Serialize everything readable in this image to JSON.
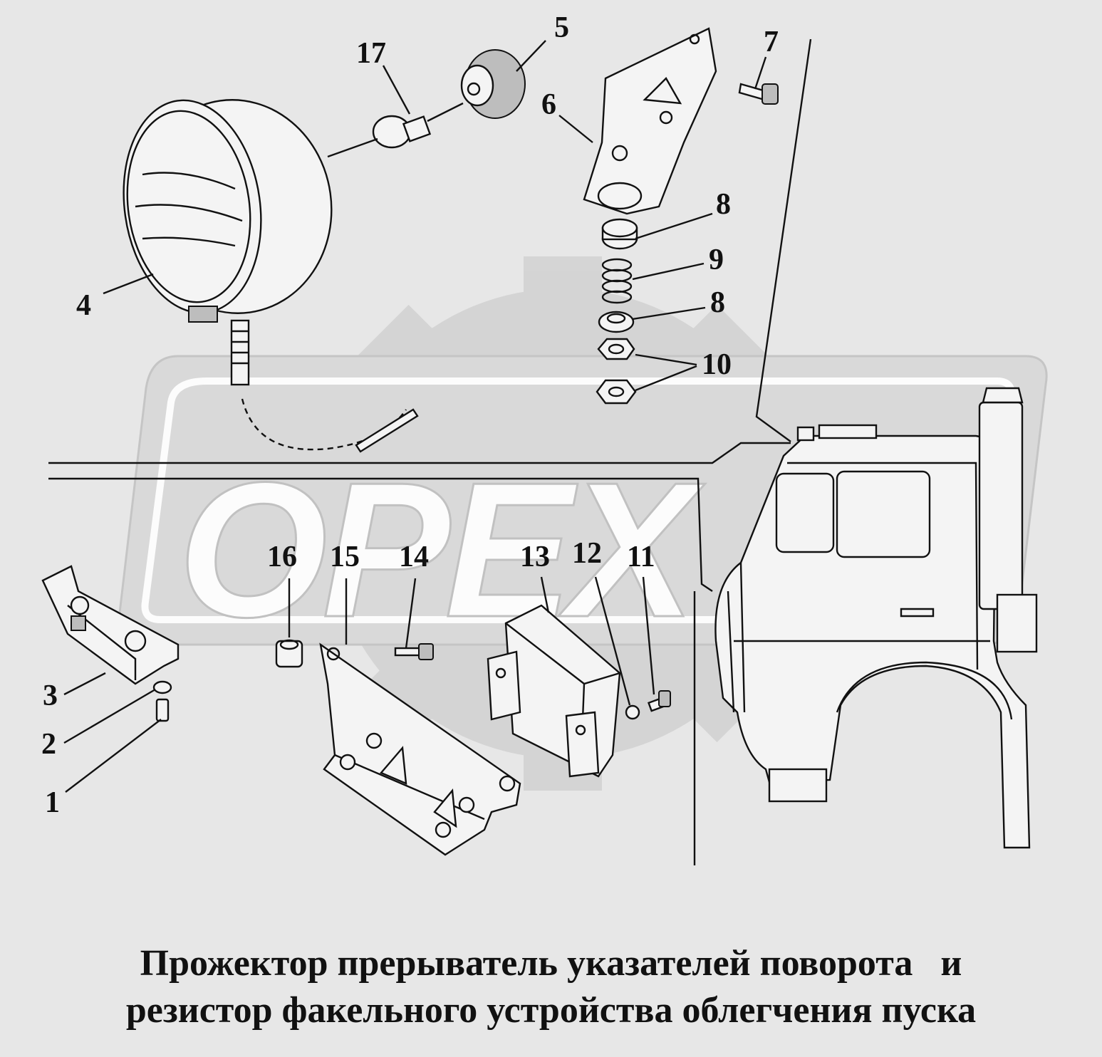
{
  "watermark": {
    "text": "ОРЕХ",
    "color": "#c9c9c9"
  },
  "callouts": {
    "c1": "1",
    "c2": "2",
    "c3": "3",
    "c4": "4",
    "c5": "5",
    "c6": "6",
    "c7": "7",
    "c8a": "8",
    "c8b": "8",
    "c9": "9",
    "c10": "10",
    "c11": "11",
    "c12": "12",
    "c13": "13",
    "c14": "14",
    "c15": "15",
    "c16": "16",
    "c17": "17"
  },
  "caption": {
    "line1": "Прожектор прерыватель указателей поворота   и",
    "line2": "резистор факельного устройства облегчения пуска"
  },
  "colors": {
    "background": "#e7e7e7",
    "ink": "#111111"
  }
}
